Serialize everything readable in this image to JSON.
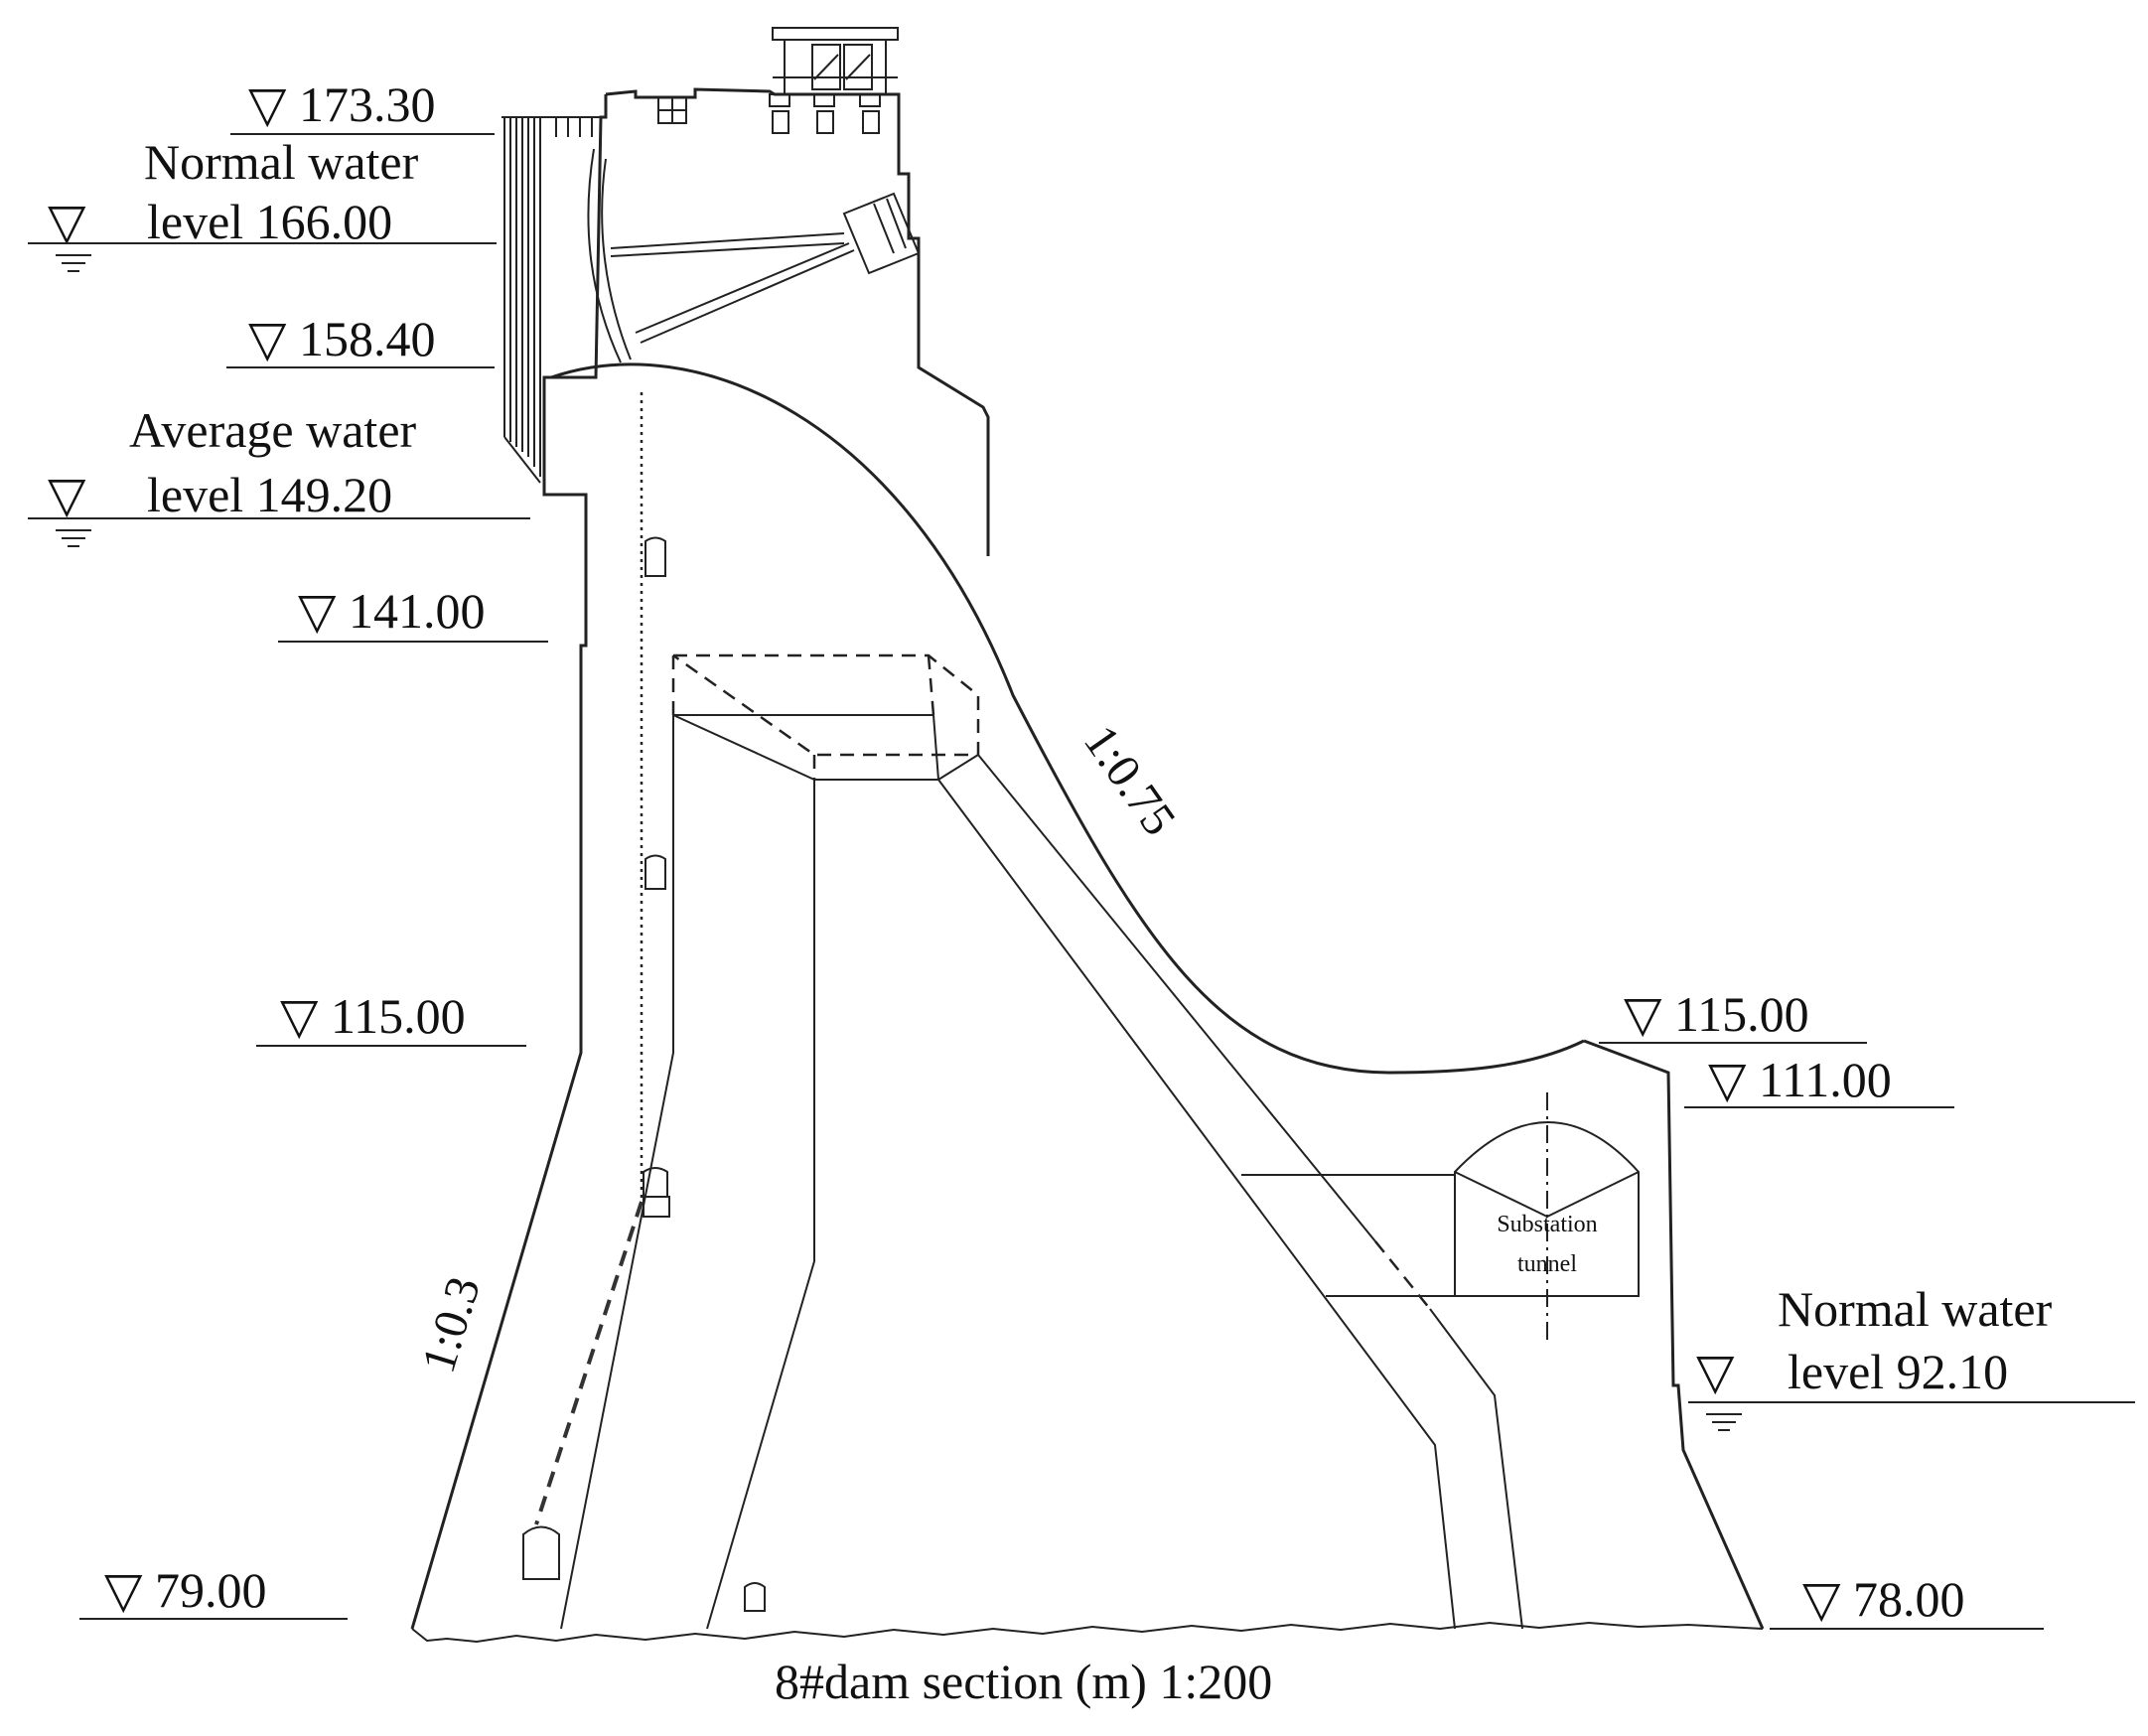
{
  "upstream": {
    "crest_elev": "▽ 173.30",
    "normal_water_line1": "Normal water",
    "normal_water_tri": "▽",
    "normal_water_line2": "level  166.00",
    "elev_158": "▽ 158.40",
    "average_water_line1": "Average water",
    "average_water_tri": "▽",
    "average_water_line2": "level  149.20",
    "elev_141": "▽ 141.00",
    "elev_115": "▽ 115.00",
    "elev_79": "▽ 79.00"
  },
  "downstream": {
    "elev_115": "▽ 115.00",
    "elev_111": "▽ 111.00",
    "normal_water_line1": "Normal water",
    "normal_water_tri": "▽",
    "normal_water_line2": "level  92.10",
    "elev_78": "▽  78.00"
  },
  "slopes": {
    "downstream_slope": "1:0.75",
    "upstream_slope": "1:0.3"
  },
  "substation": {
    "line1": "Substation",
    "line2": "tunnel"
  },
  "caption": "8#dam section (m)   1:200"
}
